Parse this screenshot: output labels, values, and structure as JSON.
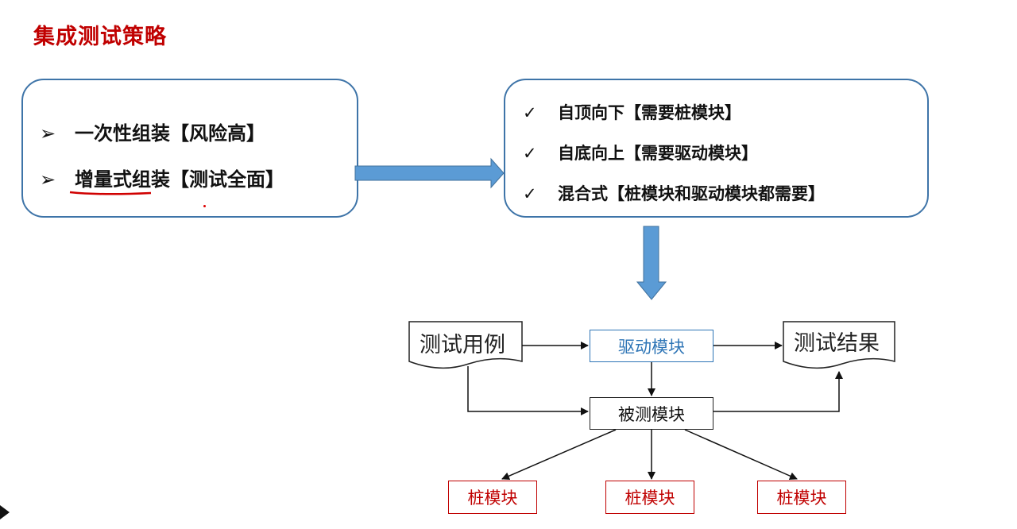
{
  "title": "集成测试策略",
  "left_box": {
    "bullet": "➢",
    "items": [
      "一次性组装【风险高】",
      "增量式组装【测试全面】"
    ]
  },
  "right_box": {
    "bullet": "✓",
    "items": [
      "自顶向下【需要桩模块】",
      "自底向上【需要驱动模块】",
      "混合式【桩模块和驱动模块都需要】"
    ]
  },
  "flow": {
    "test_cases": "测试用例",
    "driver": "驱动模块",
    "test_results": "测试结果",
    "module_under_test": "被测模块",
    "stubs": [
      "桩模块",
      "桩模块",
      "桩模块"
    ]
  },
  "colors": {
    "title": "#c00000",
    "box_border": "#3e74a8",
    "arrow_fill": "#5b9bd5",
    "driver": "#2e75b6",
    "stub": "#c00000"
  }
}
